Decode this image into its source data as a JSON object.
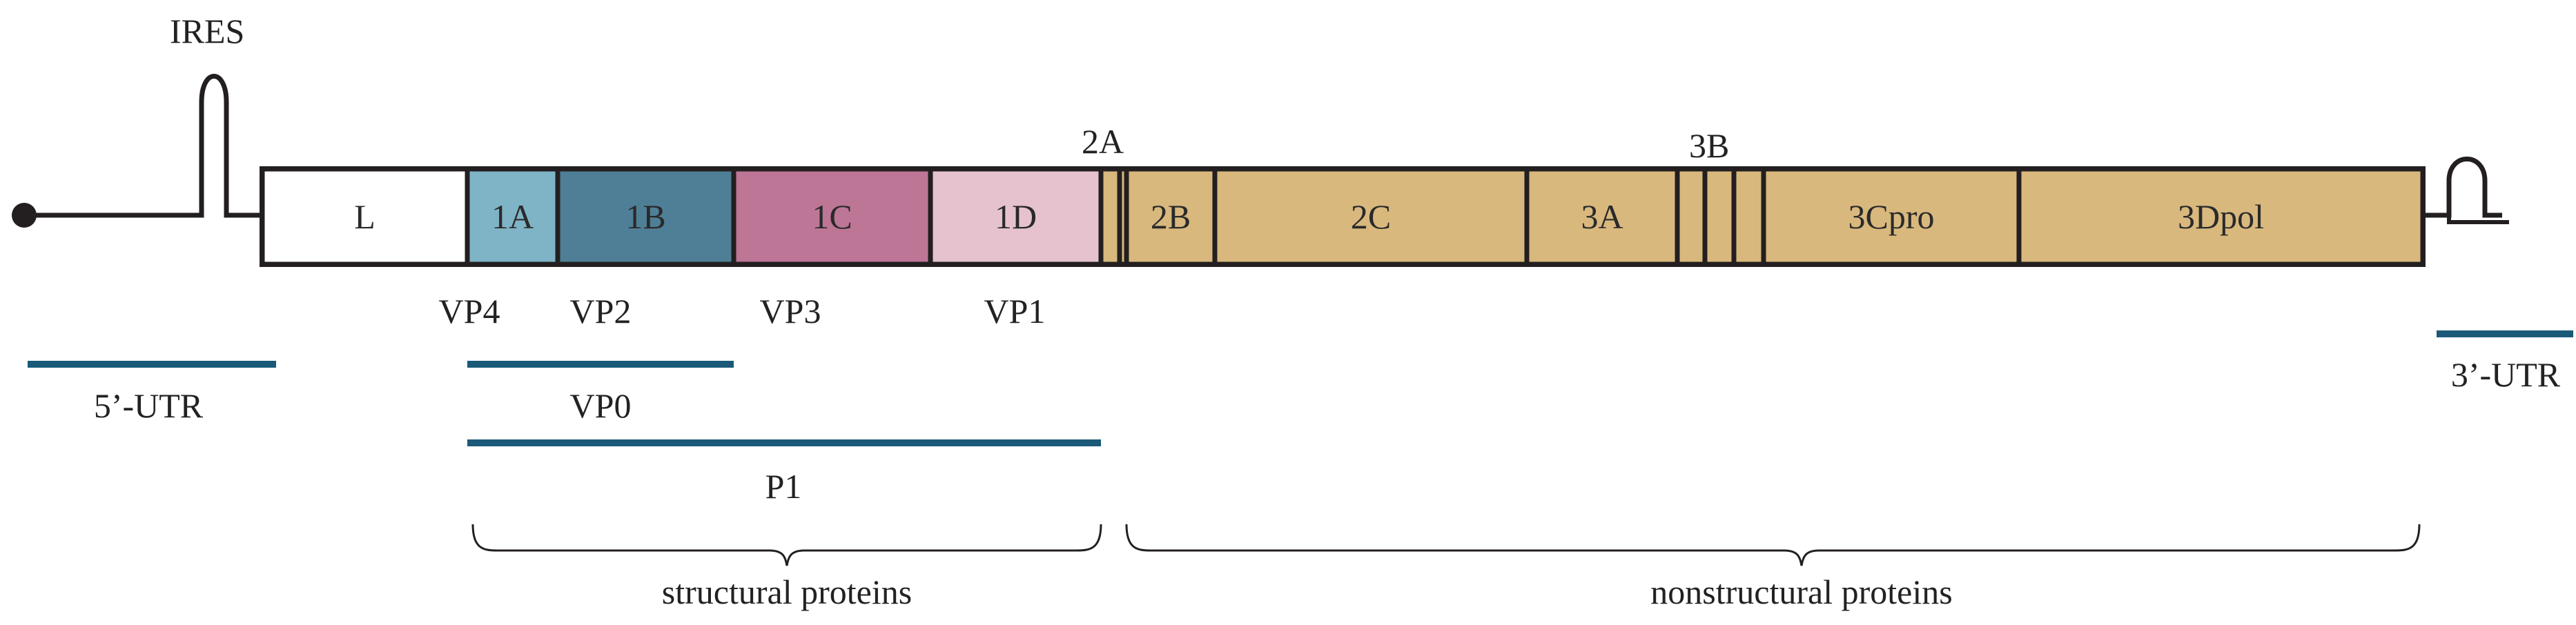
{
  "colors": {
    "line": "#231f20",
    "bar": "#1a5a78",
    "L": "#ffffff",
    "1A": "#7fb3c6",
    "1B": "#4f7f96",
    "1C": "#bd7695",
    "1D": "#e6c2cf",
    "nonstructural": "#d9b87e",
    "text": "#222222"
  },
  "labels": {
    "ires": "IRES",
    "two_a": "2A",
    "three_b": "3B",
    "vp4": "VP4",
    "vp2": "VP2",
    "vp3": "VP3",
    "vp1": "VP1",
    "utr5": "5’-UTR",
    "utr3": "3’-UTR",
    "vp0": "VP0",
    "p1": "P1",
    "structural": "structural proteins",
    "nonstructural": "nonstructural proteins"
  },
  "segments": [
    {
      "id": "L",
      "label": "L"
    },
    {
      "id": "1A",
      "label": "1A"
    },
    {
      "id": "1B",
      "label": "1B"
    },
    {
      "id": "1C",
      "label": "1C"
    },
    {
      "id": "1D",
      "label": "1D"
    },
    {
      "id": "2B",
      "label": "2B"
    },
    {
      "id": "2C",
      "label": "2C"
    },
    {
      "id": "3A",
      "label": "3A"
    },
    {
      "id": "3Cpro",
      "label": "3Cpro"
    },
    {
      "id": "3Dpol",
      "label": "3Dpol"
    }
  ]
}
